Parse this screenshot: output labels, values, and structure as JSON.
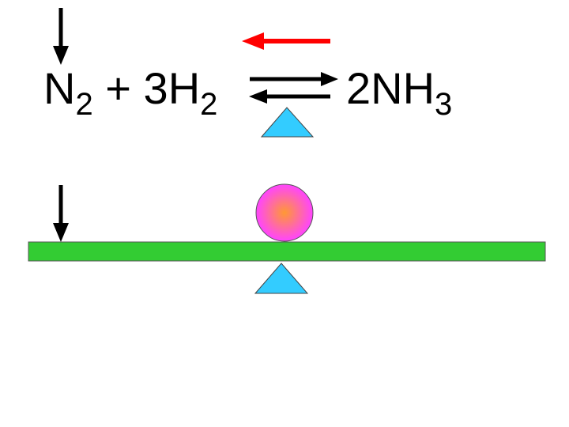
{
  "equation": {
    "reactant1": {
      "coef": "",
      "symbol": "N",
      "sub": "2"
    },
    "plus": "+",
    "reactant2": {
      "coef": "3",
      "symbol": "H",
      "sub": "2"
    },
    "product": {
      "coef": "2",
      "symbol": "NH",
      "sub": "3"
    }
  },
  "colors": {
    "shift_arrow": "#ff0000",
    "fulcrum": "#33ccff",
    "beam": "#33cc33",
    "ball_center": "#ff9933",
    "ball_edge": "#ff44ff",
    "ink": "#000000"
  },
  "icons": {
    "shift_arrow": "left-arrow-icon",
    "equilibrium": "equilibrium-arrows-icon",
    "add_reactant": "down-arrow-icon",
    "add_weight": "down-arrow-icon",
    "ball": "ball-icon",
    "fulcrum": "triangle-fulcrum-icon"
  }
}
